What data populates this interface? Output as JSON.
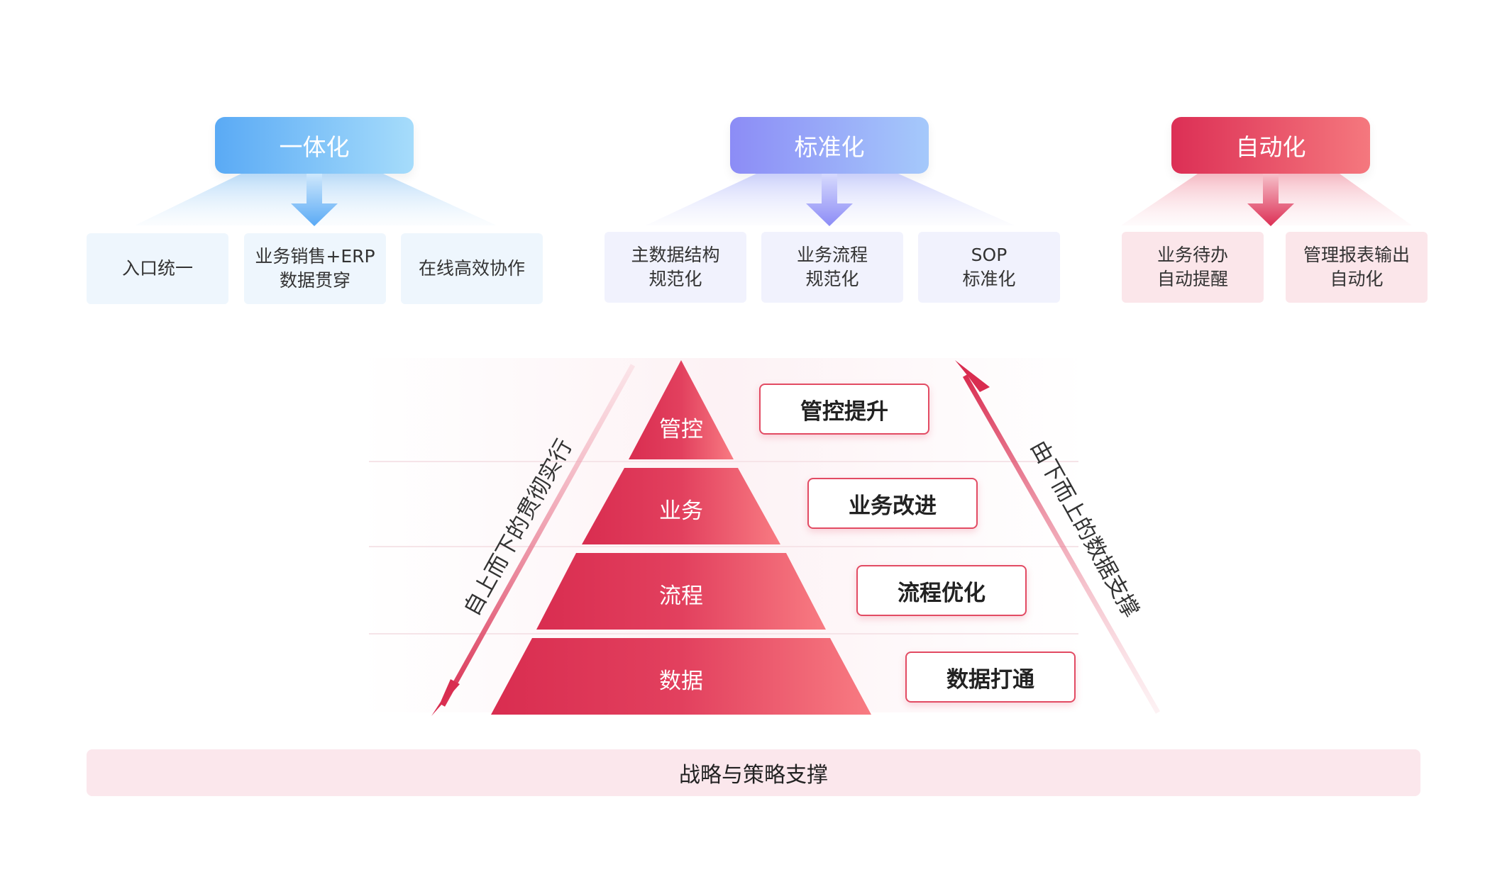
{
  "groups": [
    {
      "title": "一体化",
      "items": [
        "入口统一",
        "业务销售+ERP\n数据贯穿",
        "在线高效协作"
      ]
    },
    {
      "title": "标准化",
      "items": [
        "主数据结构\n规范化",
        "业务流程\n规范化",
        "SOP\n标准化"
      ]
    },
    {
      "title": "自动化",
      "items": [
        "业务待办\n自动提醒",
        "管理报表输出\n自动化"
      ]
    }
  ],
  "pyramid": {
    "levels": [
      "管控",
      "业务",
      "流程",
      "数据"
    ],
    "callouts": [
      "管控提升",
      "业务改进",
      "流程优化",
      "数据打通"
    ]
  },
  "arrows": {
    "left": "自上而下的贯彻实行",
    "right": "由下而上的数据支撑"
  },
  "footer": "战略与策略支撑",
  "colors": {
    "blue": "#5aaaf5",
    "purple": "#8c8cf6",
    "red": "#dc2f55"
  }
}
